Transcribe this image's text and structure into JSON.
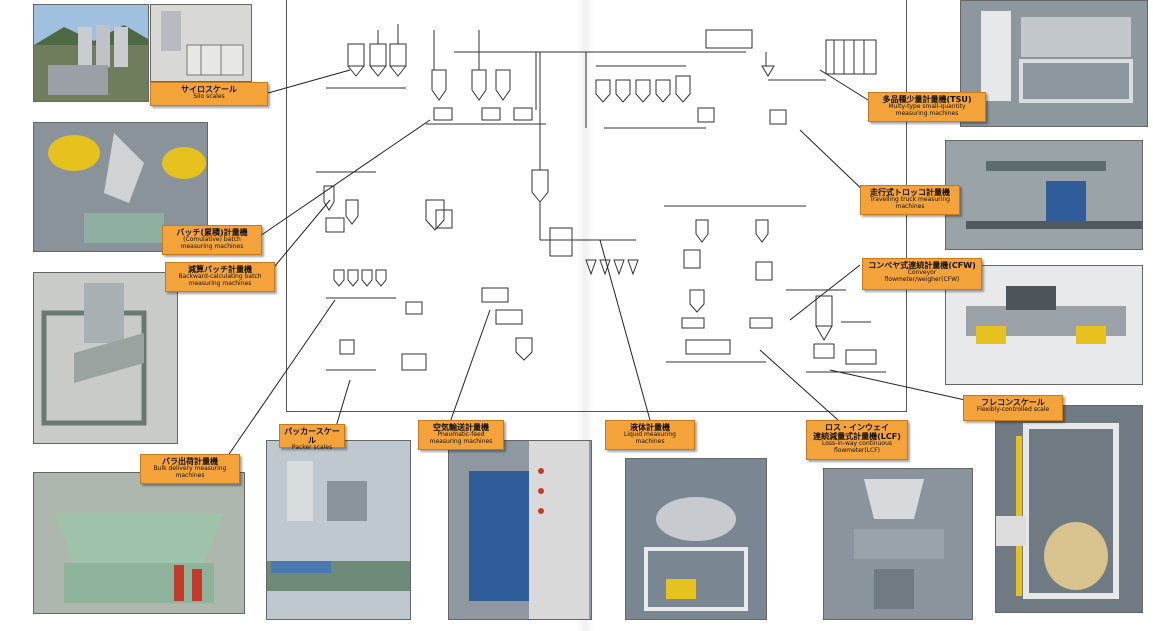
{
  "labels": {
    "silo": {
      "jp": "サイロスケール",
      "en": "Silo scales"
    },
    "tsu": {
      "jp": "多品種少量計量機(TSU)",
      "en1": "Multy-type small-quantity",
      "en2": "measuring machines"
    },
    "batch": {
      "jp": "バッチ(累積)計量機",
      "en1": "(Comulative) batch",
      "en2": "measuring machines"
    },
    "truck": {
      "jp": "走行式トロッコ計量機",
      "en1": "Travelling truck measuring",
      "en2": "machines"
    },
    "backward": {
      "jp": "減算バッチ計量機",
      "en1": "Backward-calculating batch",
      "en2": "measuring machines"
    },
    "cfw": {
      "jp": "コンベヤ式連続計量機(CFW)",
      "en1": "Conveyor",
      "en2": "flowmeter/weigher(CFW)"
    },
    "bulk": {
      "jp": "バラ出荷計量機",
      "en1": "Bulk delivery measuring",
      "en2": "machines"
    },
    "packer": {
      "jp": "パッカースケール",
      "en": "Packer scales"
    },
    "pneumatic": {
      "jp": "空気輸送計量機",
      "en1": "Pneumatic-feed",
      "en2": "measuring machines"
    },
    "liquid": {
      "jp": "液体計量機",
      "en1": "Liquid measuring",
      "en2": "machines"
    },
    "lcf": {
      "jp1": "ロス・インウェイ",
      "jp2": "連続減量式計量機(LCF)",
      "en1": "Loss-in-way continuous",
      "en2": "flowmeter(LCF)"
    },
    "flexible": {
      "jp": "フレコンスケール",
      "en": "Flexibly-controlled scale"
    }
  },
  "colors": {
    "label_fill": "#f4a23a",
    "diagram_line": "#333333",
    "machine_green": "#7fb39a",
    "machine_blue": "#2f5d9a",
    "machine_yellow": "#e6c21e"
  }
}
